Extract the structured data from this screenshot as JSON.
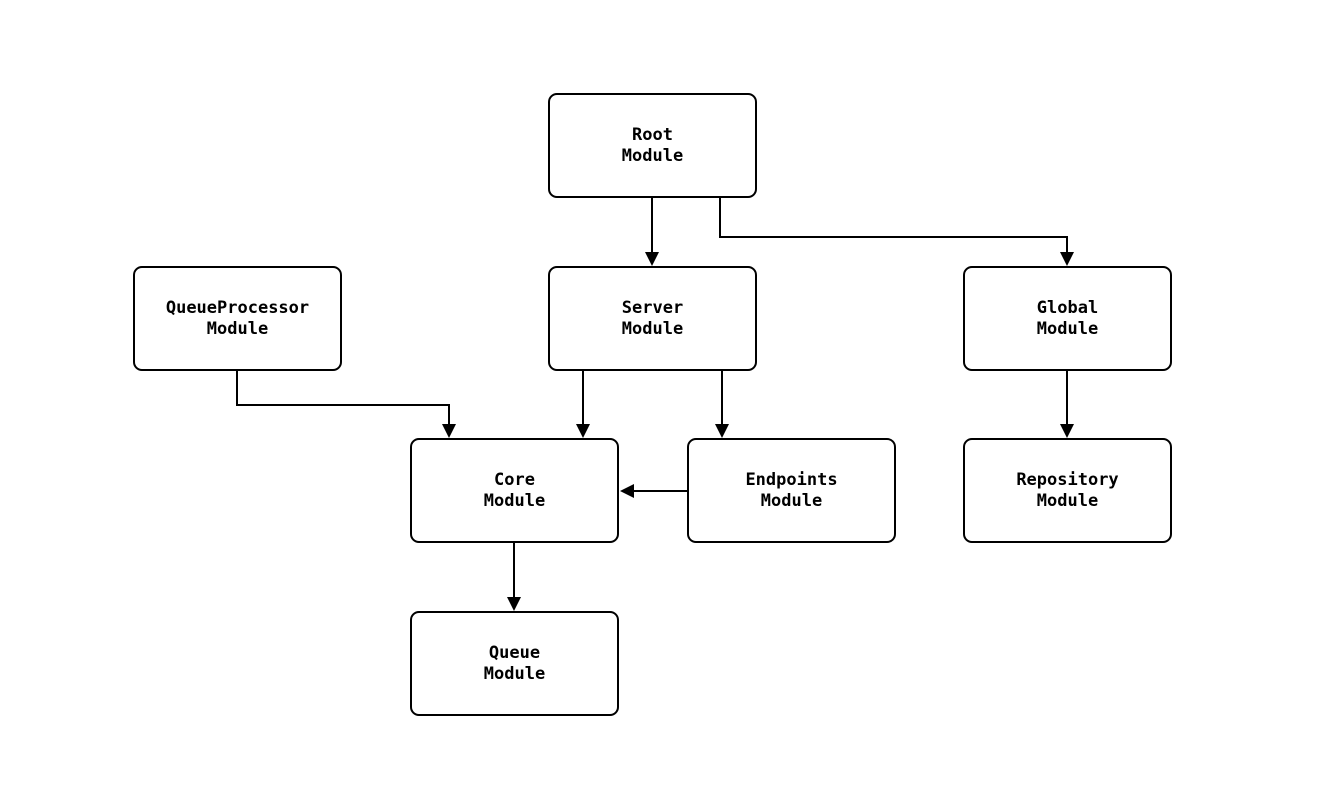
{
  "diagram": {
    "colors": {
      "background": "#ffffff",
      "node_fill": "#ffffff",
      "node_border": "#000000",
      "node_text": "#000000",
      "edge": "#000000"
    },
    "nodes": {
      "root": {
        "line1": "Root",
        "line2": "Module"
      },
      "queueprocessor": {
        "line1": "QueueProcessor",
        "line2": "Module"
      },
      "server": {
        "line1": "Server",
        "line2": "Module"
      },
      "global": {
        "line1": "Global",
        "line2": "Module"
      },
      "core": {
        "line1": "Core",
        "line2": "Module"
      },
      "endpoints": {
        "line1": "Endpoints",
        "line2": "Module"
      },
      "repository": {
        "line1": "Repository",
        "line2": "Module"
      },
      "queue": {
        "line1": "Queue",
        "line2": "Module"
      }
    },
    "edges": [
      {
        "from": "Root Module",
        "to": "Server Module"
      },
      {
        "from": "Root Module",
        "to": "Global Module"
      },
      {
        "from": "QueueProcessor Module",
        "to": "Core Module"
      },
      {
        "from": "Server Module",
        "to": "Core Module"
      },
      {
        "from": "Server Module",
        "to": "Endpoints Module"
      },
      {
        "from": "Endpoints Module",
        "to": "Core Module"
      },
      {
        "from": "Global Module",
        "to": "Repository Module"
      },
      {
        "from": "Core Module",
        "to": "Queue Module"
      }
    ]
  }
}
